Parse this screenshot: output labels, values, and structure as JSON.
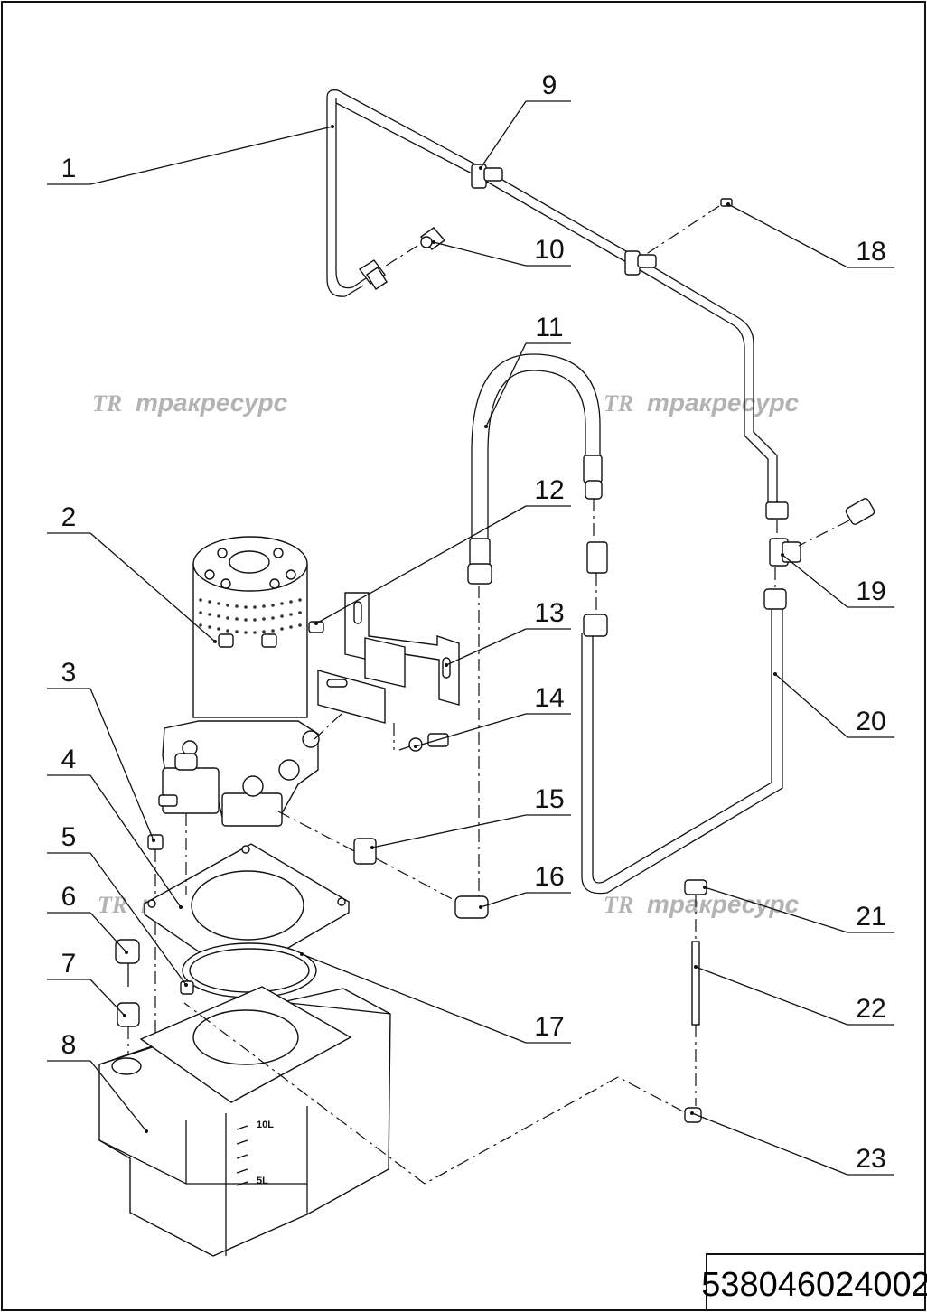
{
  "document_number": "538046024002",
  "watermark": {
    "logo": "TR",
    "text": "тракресурс"
  },
  "callouts": [
    "1",
    "2",
    "3",
    "4",
    "5",
    "6",
    "7",
    "8",
    "9",
    "10",
    "11",
    "12",
    "13",
    "14",
    "15",
    "16",
    "17",
    "18",
    "19",
    "20",
    "21",
    "22",
    "23"
  ],
  "tank_scale": {
    "top": "10L",
    "bottom": "5L"
  }
}
